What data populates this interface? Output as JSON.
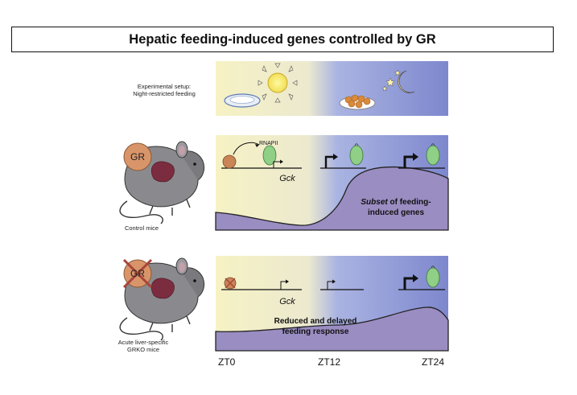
{
  "title": "Hepatic feeding-induced genes controlled by GR",
  "setup": {
    "label_line1": "Experimental setup:",
    "label_line2": "Night-restricted feeding"
  },
  "control": {
    "gr_label": "GR",
    "mice_label": "Control mice",
    "rnapii_label": "RNAPII",
    "gene_label": "Gck",
    "subset_bold": "Subset",
    "subset_rest1": " of feeding-",
    "subset_rest2": "induced genes"
  },
  "grko": {
    "gr_label": "GR",
    "mice_label_line1": "Acute liver-specific",
    "mice_label_line2": "GRKO mice",
    "gene_label": "Gck",
    "response_line1": "Reduced and delayed",
    "response_line2": "feeding response"
  },
  "timepoints": [
    "ZT0",
    "ZT12",
    "ZT24"
  ],
  "colors": {
    "day": "#f5f0c8",
    "night": "#7f88cf",
    "curve_fill": "#9c8fbf",
    "gr_circle": "#d9956a",
    "polymerase": "#8fcf86",
    "liver": "#8a3a4a"
  }
}
